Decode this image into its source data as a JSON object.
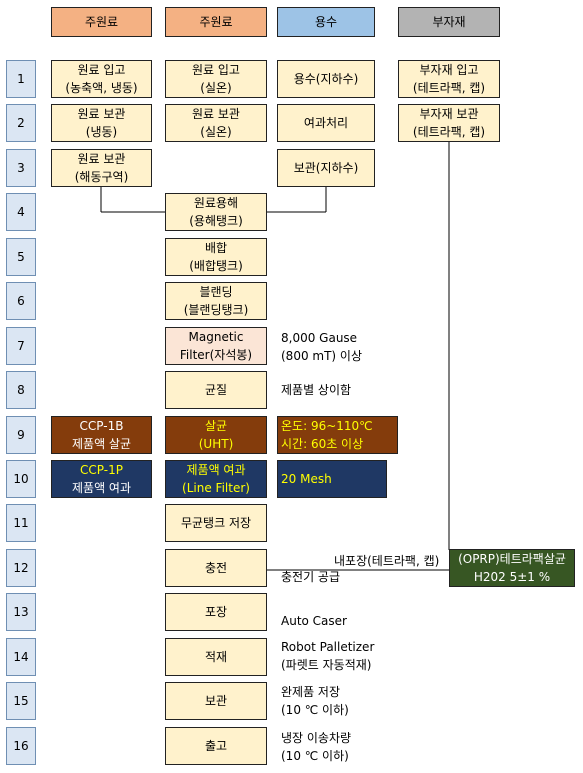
{
  "headers": [
    "주원료",
    "주원료",
    "용수",
    "부자재"
  ],
  "header_colors": [
    "#f4b183",
    "#f4b183",
    "#9dc3e6",
    "#b3b3b3"
  ],
  "steps": [
    "1",
    "2",
    "3",
    "4",
    "5",
    "6",
    "7",
    "8",
    "9",
    "10",
    "11",
    "12",
    "13",
    "14",
    "15",
    "16"
  ],
  "col1": [
    [
      "원료 입고",
      "(농축액, 냉동)"
    ],
    [
      "원료 보관",
      "(냉동)"
    ],
    [
      "원료 보관",
      "(해동구역)"
    ]
  ],
  "col2": [
    [
      "원료 입고",
      "(실온)"
    ],
    [
      "원료 보관",
      "(실온)"
    ]
  ],
  "col3": [
    [
      "용수(지하수)"
    ],
    [
      "여과처리"
    ],
    [
      "보관(지하수)"
    ]
  ],
  "col4": [
    [
      "부자재 입고",
      "(테트라팩, 캡)"
    ],
    [
      "부자재 보관",
      "(테트라팩, 캡)"
    ]
  ],
  "process": [
    [
      "원료용해",
      "(용해탱크)"
    ],
    [
      "배합",
      "(배합탱크)"
    ],
    [
      "블랜딩",
      "(블랜딩탱크)"
    ],
    [
      "Magnetic",
      "Filter(자석봉)"
    ],
    [
      "균질"
    ],
    [
      "살균",
      "(UHT)"
    ],
    [
      "제품액 여과",
      "(Line Filter)"
    ],
    [
      "무균탱크 저장"
    ],
    [
      "충전"
    ],
    [
      "포장"
    ],
    [
      "적재"
    ],
    [
      "보관"
    ],
    [
      "출고"
    ]
  ],
  "notes": {
    "n7": [
      "8,000 Gause",
      "(800 mT) 이상"
    ],
    "n8": [
      "제품별 상이함"
    ],
    "n9": [
      "온도: 96~110℃",
      "시간: 60초 이상"
    ],
    "n10": [
      "20 Mesh"
    ],
    "n12_above": "내포장(테트라팩, 캡)",
    "n12": "충전기 공급",
    "n13": "Auto Caser",
    "n14": [
      "Robot Palletizer",
      "(파렛트 자동적재)"
    ],
    "n15": [
      "완제품 저장",
      "(10 ℃ 이하)"
    ],
    "n16": [
      "냉장 이송차량",
      "(10 ℃ 이하)"
    ]
  },
  "ccp": {
    "ccp1b": [
      "CCP-1B",
      "제품액 살균"
    ],
    "ccp1p": [
      "CCP-1P",
      "제품액 여과"
    ]
  },
  "oprp": [
    "(OPRP)테트라팩살균",
    "H202 5±1 %"
  ]
}
